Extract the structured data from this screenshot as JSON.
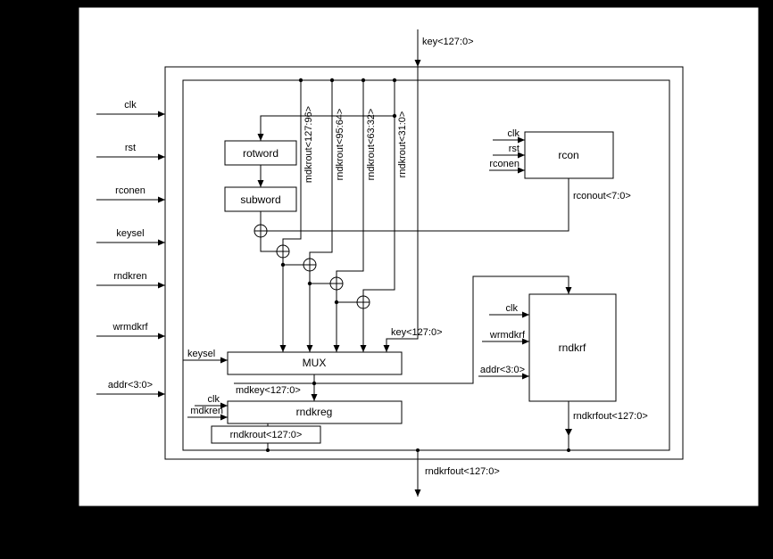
{
  "colors": {
    "page_bg": "#000000",
    "canvas_bg": "#ffffff",
    "ink": "#000000"
  },
  "module": {
    "left_inputs": [
      {
        "label": "clk"
      },
      {
        "label": "rst"
      },
      {
        "label": "rconen"
      },
      {
        "label": "keysel"
      },
      {
        "label": "rndkren"
      },
      {
        "label": "wrmdkrf"
      },
      {
        "label": "addr<3:0>"
      }
    ],
    "top_input": {
      "label": "key<127:0>"
    },
    "bottom_output": {
      "label": "rndkrfout<127:0>"
    }
  },
  "bus_taps": [
    {
      "label": "mdkrout<127:96>"
    },
    {
      "label": "rndkrout<95:64>"
    },
    {
      "label": "rndkrout<63:32>"
    },
    {
      "label": "rndkrout<31:0>"
    }
  ],
  "blocks": {
    "rotword": {
      "label": "rotword"
    },
    "subword": {
      "label": "subword"
    },
    "rcon": {
      "label": "rcon",
      "in_clk": "clk",
      "in_rst": "rst",
      "in_rconen": "rconen",
      "out_label": "rconout<7:0>"
    },
    "mux": {
      "label": "MUX",
      "select_label": "keysel",
      "key_label": "key<127:0>",
      "out_label": "mdkey<127:0>"
    },
    "rndkreg": {
      "label": "rndkreg",
      "in_clk": "clk",
      "in_mdkren": "mdkren",
      "out_label": "rndkrout<127:0>"
    },
    "rndkrf": {
      "label": "rndkrf",
      "in_clk": "clk",
      "in_wrmdkrf": "wrmdkrf",
      "in_addr": "addr<3:0>",
      "out_label": "rndkrfout<127:0>"
    }
  }
}
